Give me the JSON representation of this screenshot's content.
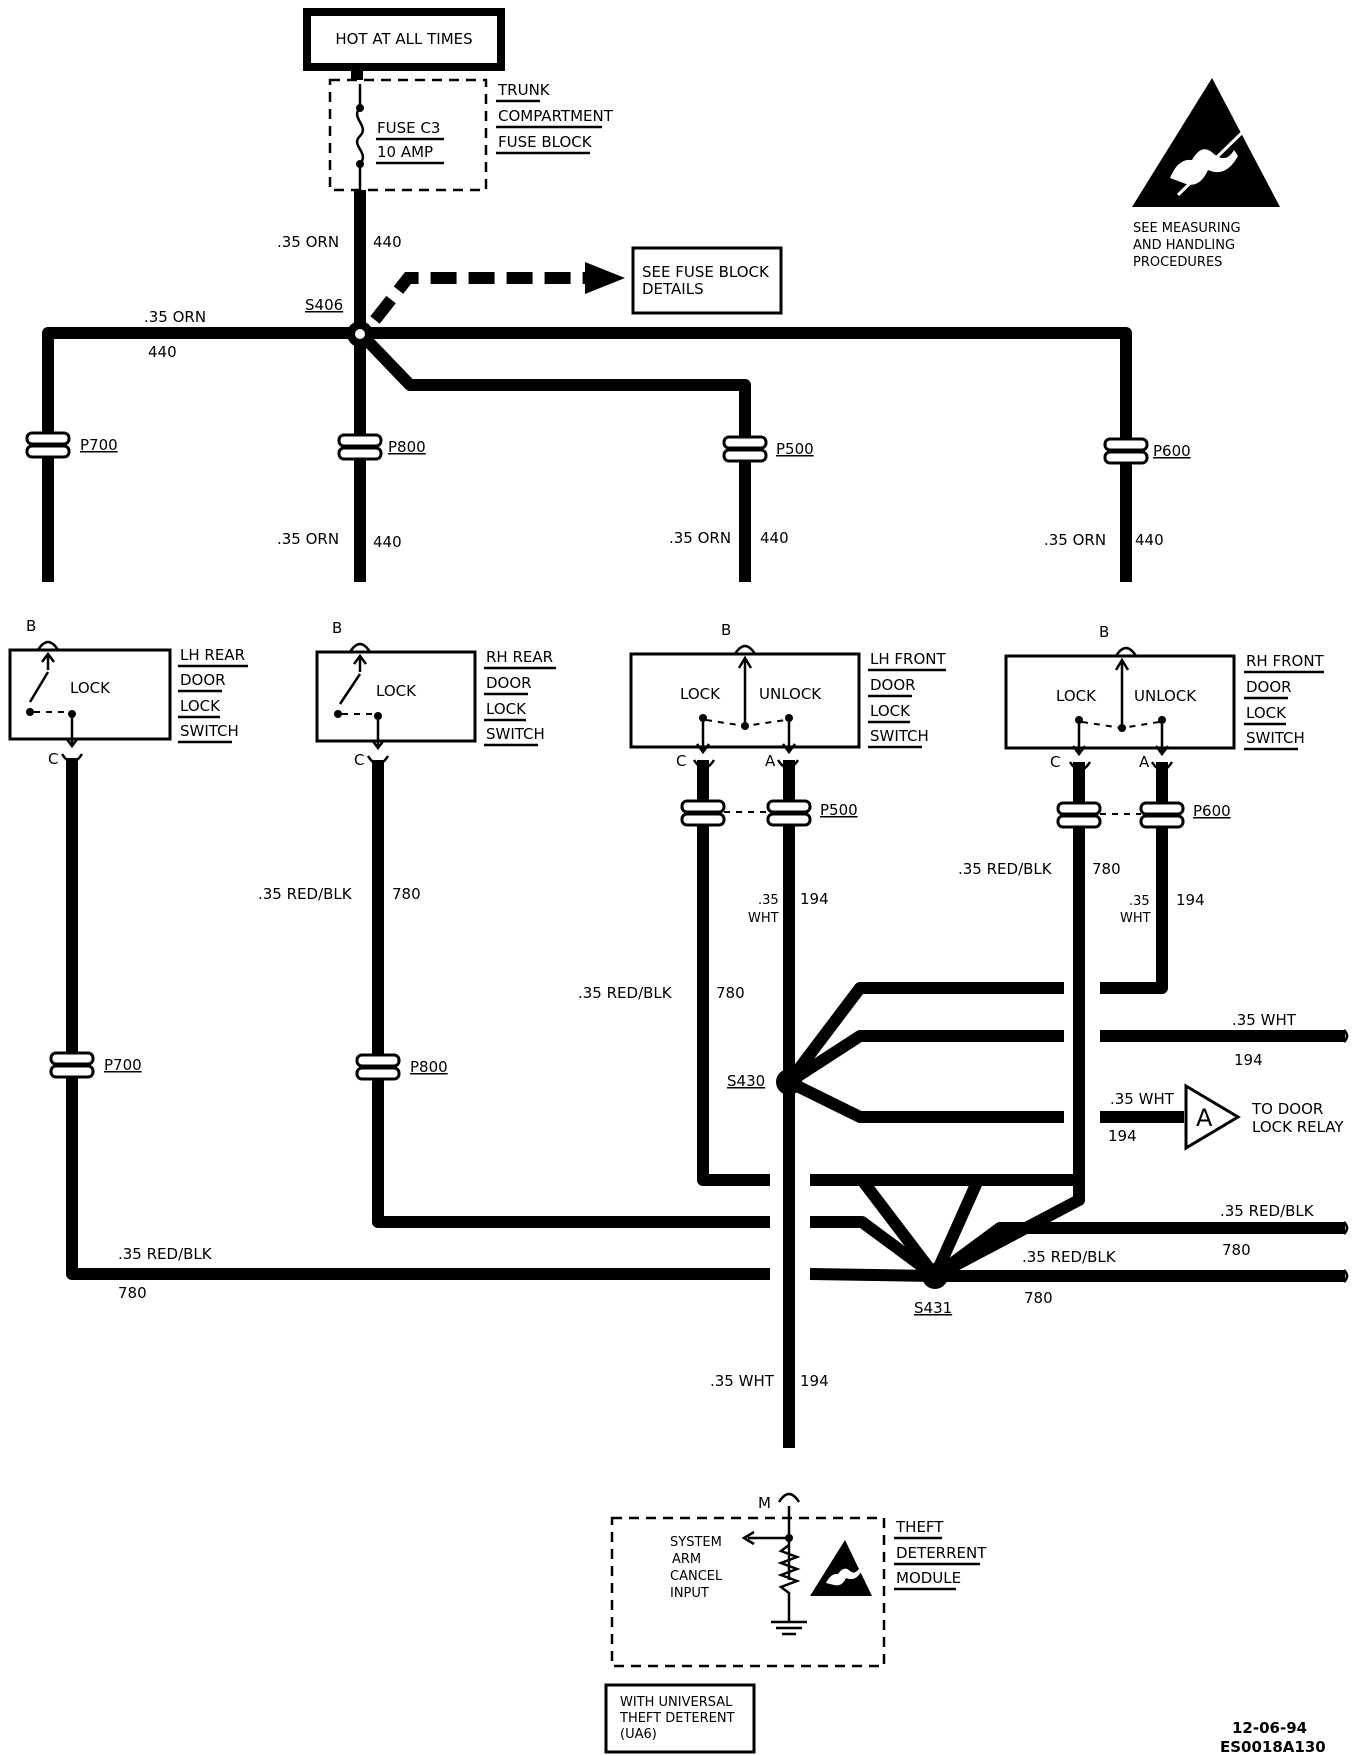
{
  "power": {
    "label": "HOT AT ALL TIMES"
  },
  "fuse": {
    "name": "FUSE C3",
    "rating": "10 AMP",
    "block_lines": [
      "TRUNK",
      "COMPARTMENT",
      "FUSE BLOCK"
    ]
  },
  "fuse_details": {
    "lines": [
      "SEE FUSE BLOCK",
      "DETAILS"
    ]
  },
  "esd": {
    "lines": [
      "SEE MEASURING",
      "AND HANDLING",
      "PROCEDURES"
    ]
  },
  "splices": {
    "s406": "S406",
    "s430": "S430",
    "s431": "S431"
  },
  "connectors": {
    "p700": "P700",
    "p800": "P800",
    "p500": "P500",
    "p600": "P600"
  },
  "wire_labels": {
    "orn": ".35 ORN",
    "orn_circuit": "440",
    "red_blk": ".35 RED/BLK",
    "red_blk_circuit": "780",
    "wht": ".35 WHT",
    "wht_circuit": "194",
    "wht_short": ".35",
    "wht_abbr": "WHT"
  },
  "pins": {
    "b": "B",
    "c": "C",
    "a": "A",
    "m": "M"
  },
  "switches": {
    "lh_rear": {
      "state": "LOCK",
      "name_lines": [
        "LH REAR",
        "DOOR",
        "LOCK",
        "SWITCH"
      ]
    },
    "rh_rear": {
      "state": "LOCK",
      "name_lines": [
        "RH REAR",
        "DOOR",
        "LOCK",
        "SWITCH"
      ]
    },
    "lh_front": {
      "lock": "LOCK",
      "unlock": "UNLOCK",
      "name_lines": [
        "LH FRONT",
        "DOOR",
        "LOCK",
        "SWITCH"
      ]
    },
    "rh_front": {
      "lock": "LOCK",
      "unlock": "UNLOCK",
      "name_lines": [
        "RH FRONT",
        "DOOR",
        "LOCK",
        "SWITCH"
      ]
    }
  },
  "relay_ref": {
    "letter": "A",
    "lines": [
      "TO DOOR",
      "LOCK RELAY"
    ]
  },
  "module": {
    "name_lines": [
      "THEFT",
      "DETERRENT",
      "MODULE"
    ],
    "input_lines": [
      "SYSTEM",
      "ARM",
      "CANCEL",
      "INPUT"
    ]
  },
  "option_note": {
    "lines": [
      "WITH UNIVERSAL",
      "THEFT DETERENT",
      "(UA6)"
    ]
  },
  "footer": {
    "date": "12-06-94",
    "code": "ES0018A130"
  }
}
